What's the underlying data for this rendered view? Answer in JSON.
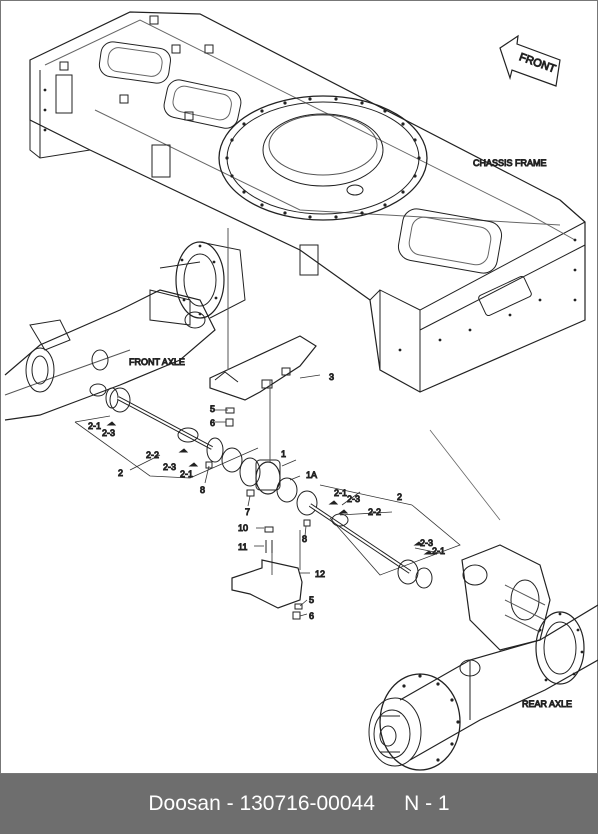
{
  "diagram": {
    "labels": {
      "front": "FRONT",
      "chassis_frame": "CHASSIS FRAME",
      "front_axle": "FRONT AXLE",
      "rear_axle": "REAR AXLE"
    },
    "callouts": [
      "1",
      "1A",
      "2",
      "2",
      "2-1",
      "2-1",
      "2-1",
      "2-1",
      "2-2",
      "2-2",
      "2-3",
      "2-3",
      "2-3",
      "2-3",
      "3",
      "5",
      "5",
      "6",
      "6",
      "7",
      "8",
      "8",
      "10",
      "11",
      "12"
    ]
  },
  "footer": {
    "brand": "Doosan",
    "separator": " - ",
    "part_number": "130716-00044",
    "page": "N - 1"
  }
}
